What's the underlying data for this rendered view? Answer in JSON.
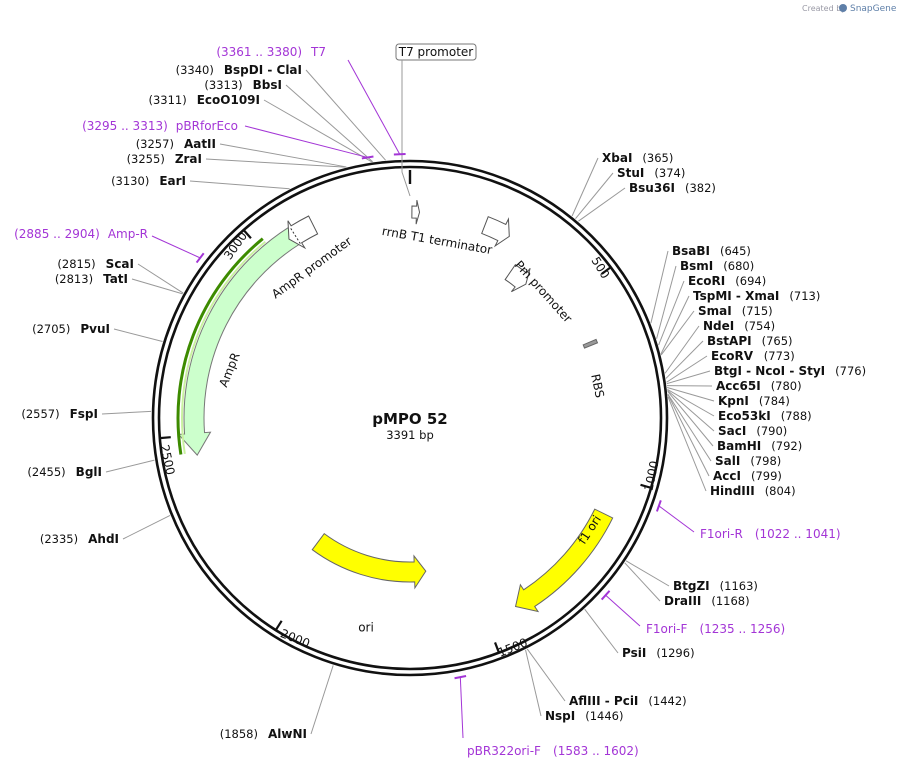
{
  "branding": {
    "created_by": "Created by",
    "app": "SnapGene"
  },
  "plasmid": {
    "name": "pMPO 52",
    "length": "3391 bp",
    "total_bp": 3391
  },
  "ticks": [
    {
      "bp": 500,
      "label": "500"
    },
    {
      "bp": 1000,
      "label": "1000"
    },
    {
      "bp": 1500,
      "label": "1500"
    },
    {
      "bp": 2000,
      "label": "2000"
    },
    {
      "bp": 2500,
      "label": "2500"
    },
    {
      "bp": 3000,
      "label": "3000"
    }
  ],
  "enzymes": [
    {
      "name": "XbaI",
      "pos": "(365)",
      "bp": 365
    },
    {
      "name": "StuI",
      "pos": "(374)",
      "bp": 374
    },
    {
      "name": "Bsu36I",
      "pos": "(382)",
      "bp": 382
    },
    {
      "name": "BsaBI",
      "pos": "(645)",
      "bp": 645
    },
    {
      "name": "BsmI",
      "pos": "(680)",
      "bp": 680
    },
    {
      "name": "EcoRI",
      "pos": "(694)",
      "bp": 694
    },
    {
      "name": "TspMI - XmaI",
      "pos": "(713)",
      "bp": 713
    },
    {
      "name": "SmaI",
      "pos": "(715)",
      "bp": 715
    },
    {
      "name": "NdeI",
      "pos": "(754)",
      "bp": 754
    },
    {
      "name": "BstAPI",
      "pos": "(765)",
      "bp": 765
    },
    {
      "name": "EcoRV",
      "pos": "(773)",
      "bp": 773
    },
    {
      "name": "BtgI - NcoI - StyI",
      "pos": "(776)",
      "bp": 776
    },
    {
      "name": "Acc65I",
      "pos": "(780)",
      "bp": 780
    },
    {
      "name": "KpnI",
      "pos": "(784)",
      "bp": 784
    },
    {
      "name": "Eco53kI",
      "pos": "(788)",
      "bp": 788
    },
    {
      "name": "SacI",
      "pos": "(790)",
      "bp": 790
    },
    {
      "name": "BamHI",
      "pos": "(792)",
      "bp": 792
    },
    {
      "name": "SalI",
      "pos": "(798)",
      "bp": 798
    },
    {
      "name": "AccI",
      "pos": "(799)",
      "bp": 799
    },
    {
      "name": "HindIII",
      "pos": "(804)",
      "bp": 804
    },
    {
      "name": "BtgZI",
      "pos": "(1163)",
      "bp": 1163
    },
    {
      "name": "DraIII",
      "pos": "(1168)",
      "bp": 1168
    },
    {
      "name": "PsiI",
      "pos": "(1296)",
      "bp": 1296
    },
    {
      "name": "AflIII - PciI",
      "pos": "(1442)",
      "bp": 1442
    },
    {
      "name": "NspI",
      "pos": "(1446)",
      "bp": 1446
    },
    {
      "name": "AlwNI",
      "pos": "(1858)",
      "bp": 1858
    },
    {
      "name": "AhdI",
      "pos": "(2335)",
      "bp": 2335
    },
    {
      "name": "BglI",
      "pos": "(2455)",
      "bp": 2455
    },
    {
      "name": "FspI",
      "pos": "(2557)",
      "bp": 2557
    },
    {
      "name": "PvuI",
      "pos": "(2705)",
      "bp": 2705
    },
    {
      "name": "TatI",
      "pos": "(2813)",
      "bp": 2813
    },
    {
      "name": "ScaI",
      "pos": "(2815)",
      "bp": 2815
    },
    {
      "name": "EarI",
      "pos": "(3130)",
      "bp": 3130
    },
    {
      "name": "ZraI",
      "pos": "(3255)",
      "bp": 3255
    },
    {
      "name": "AatII",
      "pos": "(3257)",
      "bp": 3257
    },
    {
      "name": "EcoO109I",
      "pos": "(3311)",
      "bp": 3311
    },
    {
      "name": "BbsI",
      "pos": "(3313)",
      "bp": 3313
    },
    {
      "name": "BspDI - ClaI",
      "pos": "(3340)",
      "bp": 3340
    }
  ],
  "primers": [
    {
      "name": "T7",
      "range": "(3361 .. 3380)",
      "bp": 3370
    },
    {
      "name": "pBRforEco",
      "range": "(3295 .. 3313)",
      "bp": 3304
    },
    {
      "name": "Amp-R",
      "range": "(2885 .. 2904)",
      "bp": 2895
    },
    {
      "name": "F1ori-R",
      "range": "(1022 .. 1041)",
      "bp": 1031
    },
    {
      "name": "F1ori-F",
      "range": "(1235 .. 1256)",
      "bp": 1245
    },
    {
      "name": "pBR322ori-F",
      "range": "(1583 .. 1602)",
      "bp": 1592
    }
  ],
  "features": [
    {
      "label": "T7 promoter",
      "color": "#ffffff"
    },
    {
      "label": "rrnB T1 terminator",
      "color": "#ffffff"
    },
    {
      "label": "Pm promoter",
      "color": "#ffffff"
    },
    {
      "label": "RBS",
      "color": "#a0a0a0"
    },
    {
      "label": "f1 ori",
      "color": "#ffff00"
    },
    {
      "label": "ori",
      "color": "#ffff00"
    },
    {
      "label": "AmpR",
      "color": "#ccffcc"
    },
    {
      "label": "AmpR promoter",
      "color": "#ffffff"
    }
  ]
}
